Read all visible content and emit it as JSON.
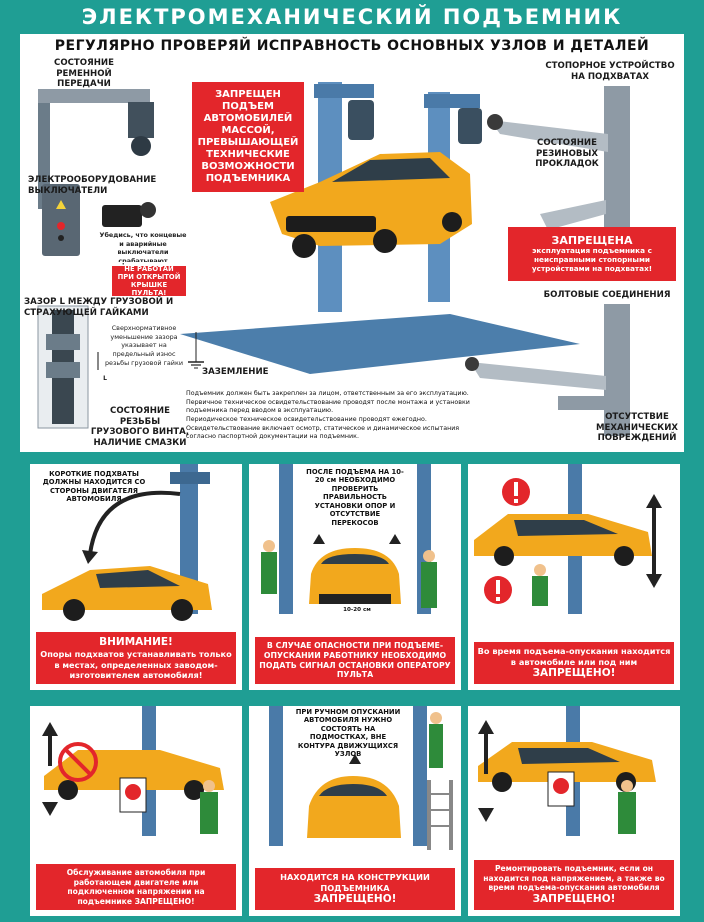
{
  "header": {
    "title": "ЭЛЕКТРОМЕХАНИЧЕСКИЙ ПОДЪЕМНИК"
  },
  "top": {
    "subtitle": "РЕГУЛЯРНО ПРОВЕРЯЙ ИСПРАВНОСТЬ ОСНОВНЫХ УЗЛОВ И ДЕТАЛЕЙ",
    "belt_label": "СОСТОЯНИЕ РЕМЕННОЙ ПЕРЕДАЧИ",
    "electro_label": "ЭЛЕКТРООБОРУДОВАНИЕ ВЫКЛЮЧАТЕЛИ",
    "switch_note": "Убедись, что концевые и аварийные выключатели срабатывают правильно!",
    "open_cover_warning": "НЕ РАБОТАЙ ПРИ ОТКРЫТОЙ КРЫШКЕ ПУЛЬТА!",
    "gap_label": "ЗАЗОР L МЕЖДУ ГРУЗОВОЙ И СТРАХУЮЩЕЙ ГАЙКАМИ",
    "gap_note": "Сверхнормативное уменьшение зазора указывает на предельный износ резьбы грузовой гайки",
    "gap_marker": "L",
    "screw_label": "СОСТОЯНИЕ РЕЗЬБЫ ГРУЗОВОГО ВИНТА, НАЛИЧИЕ СМАЗКИ",
    "overweight_warning": "ЗАПРЕЩЕН ПОДЪЕМ АВТОМОБИЛЕЙ МАССОЙ, ПРЕВЫШАЮЩЕЙ ТЕХНИЧЕСКИЕ ВОЗМОЖНОСТИ ПОДЪЕМНИКА",
    "stopper_label": "СТОПОРНОЕ УСТРОЙСТВО НА ПОДХВАТАХ",
    "pads_label": "СОСТОЯНИЕ РЕЗИНОВЫХ ПРОКЛАДОК",
    "forbidden_title": "ЗАПРЕЩЕНА",
    "forbidden_text": "эксплуатация подъемника с неисправными стопорными устройствами на подхватах!",
    "bolts_label": "БОЛТОВЫЕ СОЕДИНЕНИЯ",
    "ground_label": "ЗАЗЕМЛЕНИЕ",
    "damage_label": "ОТСУТСТВИЕ МЕХАНИЧЕСКИХ ПОВРЕЖДЕНИЙ",
    "note_lines": [
      "Подъемник должен быть закреплен за лицом, ответственным за его эксплуатацию.",
      "Первичное техническое освидетельствование проводят после монтажа и установки",
      "подъемника перед вводом в эксплуатацию.",
      "Периодическое техническое освидетельствование проводят ежегодно.",
      "Освидетельствование включает осмотр, статическое и динамическое испытания",
      "согласно паспортной документации на подъемник."
    ]
  },
  "panels": [
    {
      "bubble": "КОРОТКИЕ ПОДХВАТЫ ДОЛЖНЫ НАХОДИТСЯ СО СТОРОНЫ ДВИГАТЕЛЯ АВТОМОБИЛЯ",
      "caption_big": "ВНИМАНИЕ!",
      "caption": "Опоры подхватов устанавливать только в местах, определенных заводом-изготовителем автомобиля!"
    },
    {
      "bubble": "ПОСЛЕ ПОДЪЕМА НА 10-20 см НЕОБХОДИМО ПРОВЕРИТЬ ПРАВИЛЬНОСТЬ УСТАНОВКИ ОПОР И ОТСУТСТВИЕ ПЕРЕКОСОВ",
      "measure": "10-20 см",
      "caption": "В СЛУЧАЕ ОПАСНОСТИ ПРИ ПОДЪЕМЕ-ОПУСКАНИИ РАБОТНИКУ НЕОБХОДИМО ПОДАТЬ СИГНАЛ ОСТАНОВКИ ОПЕРАТОРУ ПУЛЬТА"
    },
    {
      "caption": "Во время подъема-опускания находится в автомобиле или под ним",
      "caption_big": "ЗАПРЕЩЕНО!"
    },
    {
      "caption": "Обслуживание автомобиля при работающем двигателе или подключенном напряжении на подъемнике",
      "caption_big": "ЗАПРЕЩЕНО!"
    },
    {
      "bubble": "ПРИ РУЧНОМ ОПУСКАНИИ АВТОМОБИЛЯ НУЖНО СОСТОЯТЬ НА ПОДМОСТКАХ, ВНЕ КОНТУРА ДВИЖУЩИХСЯ УЗЛОВ",
      "caption": "НАХОДИТСЯ НА КОНСТРУКЦИИ ПОДЪЕМНИКА",
      "caption_big": "ЗАПРЕЩЕНО!"
    },
    {
      "caption": "Ремонтировать подъемник, если он находится под напряжением, а также во время подъема-опускания автомобиля",
      "caption_big": "ЗАПРЕЩЕНО!"
    }
  ],
  "colors": {
    "teal": "#1f9e94",
    "red": "#e3262b",
    "lift_blue": "#4a7aa8",
    "car_yellow": "#f2a81d"
  }
}
